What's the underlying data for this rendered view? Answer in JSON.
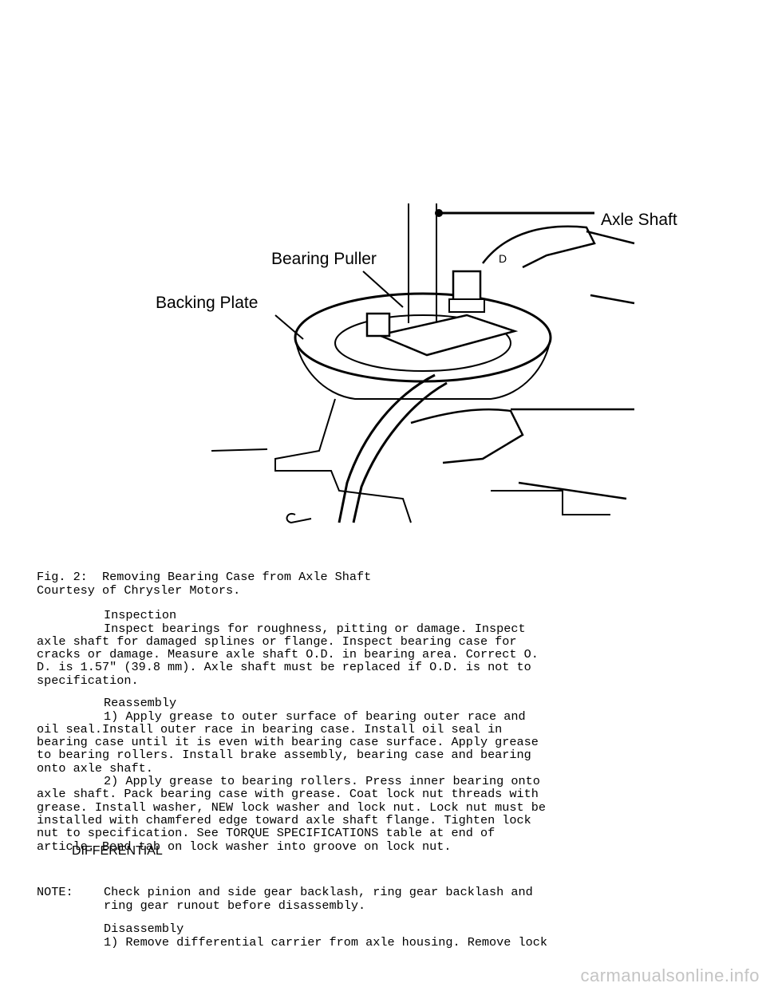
{
  "figure": {
    "labels": {
      "axle_shaft": "Axle Shaft",
      "bearing_puller": "Bearing Puller",
      "backing_plate": "Backing Plate",
      "tool_mark": "D"
    }
  },
  "caption": {
    "title": "Fig. 2:  Removing Bearing Case from Axle Shaft",
    "courtesy": "Courtesy of Chrysler Motors."
  },
  "inspection": {
    "heading": "Inspection",
    "lines": [
      "Inspect bearings for roughness, pitting or damage. Inspect",
      "axle shaft for damaged splines or flange. Inspect bearing case for",
      "cracks or damage. Measure axle shaft O.D. in bearing area. Correct O.",
      "D. is 1.57\" (39.8 mm). Axle shaft must be replaced if O.D. is not to",
      "specification."
    ]
  },
  "reassembly": {
    "heading": "Reassembly",
    "lines": [
      "1) Apply grease to outer surface of bearing outer race and",
      "oil seal.Install outer race in bearing case. Install oil seal in",
      "bearing case until it is even with bearing case surface. Apply grease",
      "to bearing rollers. Install brake assembly, bearing case and bearing",
      "onto axle shaft.",
      "2) Apply grease to bearing rollers. Press inner bearing onto",
      "axle shaft. Pack bearing case with grease. Coat lock nut threads with",
      "grease. Install washer, NEW lock washer and lock nut. Lock nut must be",
      "installed with chamfered edge toward axle shaft flange. Tighten lock",
      "nut to specification. See TORQUE SPECIFICATIONS table at end of",
      "article. Bend tab on lock washer into groove on lock nut."
    ]
  },
  "differential": {
    "heading": "DIFFERENTIAL",
    "note_label": "NOTE:",
    "note_lines": [
      "Check pinion and side gear backlash, ring gear backlash and",
      "ring gear runout before disassembly."
    ],
    "disassembly_heading": "Disassembly",
    "disassembly_lines": [
      "1) Remove differential carrier from axle housing. Remove lock"
    ]
  },
  "watermark": "carmanualsonline.info"
}
